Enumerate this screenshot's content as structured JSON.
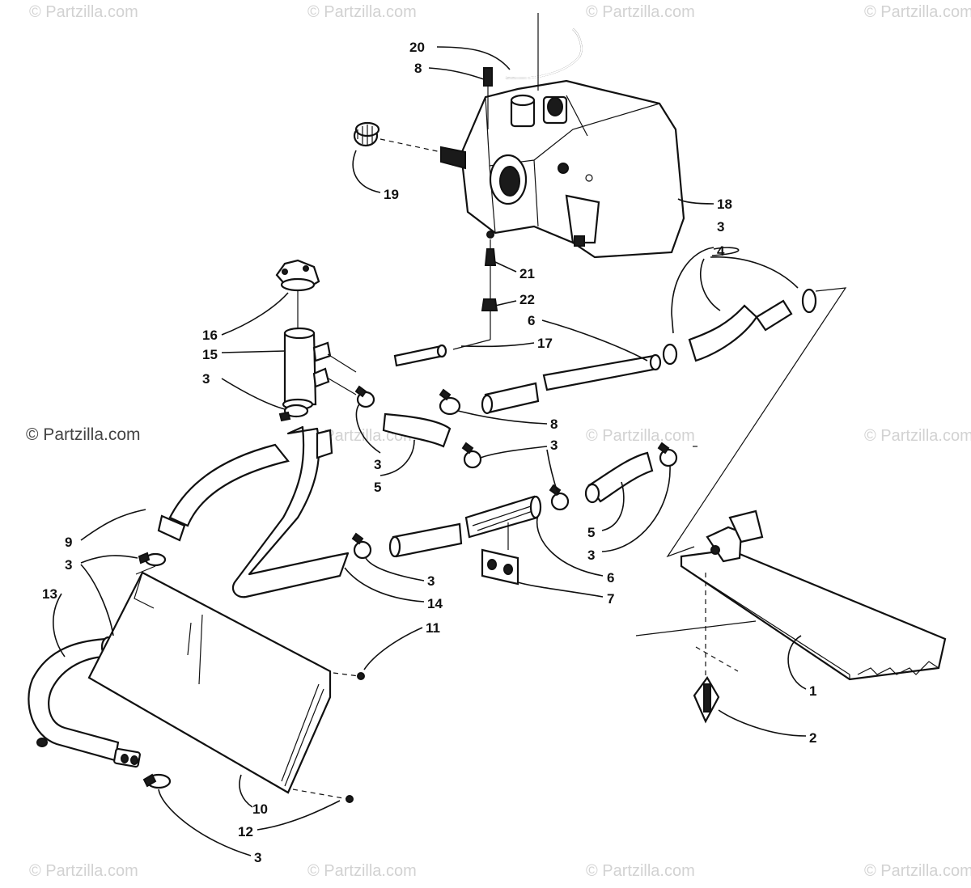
{
  "watermark": {
    "text": "© Partzilla.com",
    "side_text": "© Partzilla.com"
  },
  "callouts": [
    {
      "id": "c20",
      "label": "20"
    },
    {
      "id": "c8a",
      "label": "8"
    },
    {
      "id": "c19",
      "label": "19"
    },
    {
      "id": "c18",
      "label": "18"
    },
    {
      "id": "c3a",
      "label": "3"
    },
    {
      "id": "c4",
      "label": "4"
    },
    {
      "id": "c21",
      "label": "21"
    },
    {
      "id": "c22",
      "label": "22"
    },
    {
      "id": "c16",
      "label": "16"
    },
    {
      "id": "c15",
      "label": "15"
    },
    {
      "id": "c6a",
      "label": "6"
    },
    {
      "id": "c17",
      "label": "17"
    },
    {
      "id": "c3b",
      "label": "3"
    },
    {
      "id": "c8b",
      "label": "8"
    },
    {
      "id": "c3c",
      "label": "3"
    },
    {
      "id": "c3d",
      "label": "3"
    },
    {
      "id": "c5a",
      "label": "5"
    },
    {
      "id": "c5b",
      "label": "5"
    },
    {
      "id": "c3e",
      "label": "3"
    },
    {
      "id": "c9",
      "label": "9"
    },
    {
      "id": "c3f",
      "label": "3"
    },
    {
      "id": "c13",
      "label": "13"
    },
    {
      "id": "c3g",
      "label": "3"
    },
    {
      "id": "c14",
      "label": "14"
    },
    {
      "id": "c6b",
      "label": "6"
    },
    {
      "id": "c7",
      "label": "7"
    },
    {
      "id": "c11",
      "label": "11"
    },
    {
      "id": "c1",
      "label": "1"
    },
    {
      "id": "c2",
      "label": "2"
    },
    {
      "id": "c10",
      "label": "10"
    },
    {
      "id": "c12",
      "label": "12"
    },
    {
      "id": "c3h",
      "label": "3"
    }
  ]
}
